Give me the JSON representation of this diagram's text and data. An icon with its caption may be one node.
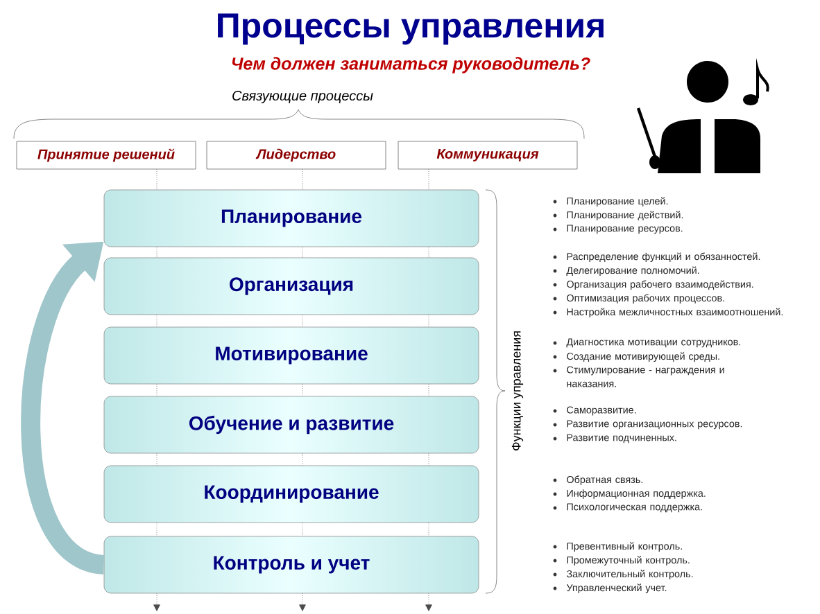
{
  "diagram": {
    "title": "Процессы управления",
    "caption": "Чем должен заниматься руководитель?",
    "nodes": [
      {
        "text": [
          "Принятие решений"
        ]
      },
      {
        "text": [
          "Лидерство"
        ]
      },
      {
        "text": [
          "Коммуникация"
        ]
      },
      {
        "text": [
          "Планирование"
        ]
      },
      {
        "text": [
          "Организация"
        ]
      },
      {
        "text": [
          "Мотивирование"
        ]
      },
      {
        "text": [
          "Обучение и развитие"
        ]
      },
      {
        "text": [
          "Координирование"
        ]
      },
      {
        "text": [
          "Контроль и учет"
        ]
      }
    ],
    "edges": [
      {
        "from": 0,
        "to": 3,
        "arrow": "none",
        "style": "dashed"
      },
      {
        "from": 1,
        "to": 3,
        "arrow": "none",
        "style": "dashed"
      },
      {
        "from": 2,
        "to": 3,
        "arrow": "none",
        "style": "dashed"
      },
      {
        "from": 3,
        "to": 4,
        "arrow": "none",
        "style": "dashed"
      },
      {
        "from": 3,
        "to": 4,
        "arrow": "none",
        "style": "dashed"
      },
      {
        "from": 3,
        "to": 4,
        "arrow": "none",
        "style": "dashed"
      },
      {
        "from": 4,
        "to": 5,
        "arrow": "none",
        "style": "dashed"
      },
      {
        "from": 4,
        "to": 5,
        "arrow": "none",
        "style": "dashed"
      },
      {
        "from": 4,
        "to": 5,
        "arrow": "none",
        "style": "dashed"
      },
      {
        "from": 5,
        "to": 6,
        "arrow": "none",
        "style": "dashed"
      },
      {
        "from": 5,
        "to": 6,
        "arrow": "none",
        "style": "dashed"
      },
      {
        "from": 5,
        "to": 6,
        "arrow": "none",
        "style": "dashed"
      },
      {
        "from": 6,
        "to": 7,
        "arrow": "none",
        "style": "dashed"
      },
      {
        "from": 6,
        "to": 7,
        "arrow": "none",
        "style": "dashed"
      },
      {
        "from": 6,
        "to": 7,
        "arrow": "none",
        "style": "dashed"
      },
      {
        "from": 7,
        "to": 8,
        "arrow": "none",
        "style": "dashed"
      },
      {
        "from": 7,
        "to": 8,
        "arrow": "none",
        "style": "dashed"
      },
      {
        "from": 7,
        "to": 8,
        "arrow": "none",
        "style": "dashed"
      },
      {
        "from": 8,
        "to": null,
        "arrow": "to",
        "style": "dashed"
      },
      {
        "from": 8,
        "to": null,
        "arrow": "to",
        "style": "dashed"
      },
      {
        "from": 8,
        "to": null,
        "arrow": "to",
        "style": "dashed"
      },
      {
        "from": 8,
        "to": 3,
        "arrow": "to",
        "style": "thick",
        "color": "#9fc6ca"
      }
    ],
    "labels": [
      "Связующие процессы",
      "Функции управления",
      "Планирование целей.",
      "Планирование действий.",
      "Планирование ресурсов.",
      "Распределение функций и обязанностей.",
      "Делегирование полномочий.",
      "Организация рабочего взаимодействия.",
      "Оптимизация рабочих процессов.",
      "Настройка межличностных взаимоотношений.",
      "Диагностика мотивации сотрудников.",
      "Создание мотивирующей среды.",
      "Стимулирование - награждения и наказания.",
      "Саморазвитие.",
      "Развитие организационных ресурсов.",
      "Развитие подчиненных.",
      "Обратная связь.",
      "Информационная поддержка.",
      "Психологическая поддержка.",
      "Превентивный контроль.",
      "Промежуточный контроль.",
      "Заключительный контроль.",
      "Управленческий учет."
    ]
  }
}
